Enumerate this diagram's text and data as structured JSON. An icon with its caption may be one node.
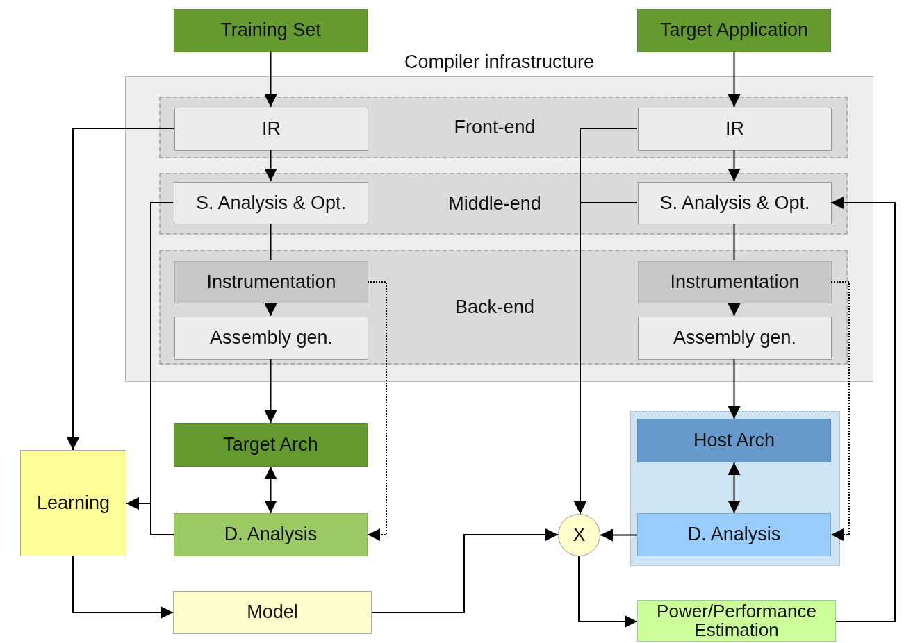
{
  "diagram": {
    "nodes": [
      {
        "text": [
          "Training Set"
        ]
      },
      {
        "text": [
          "Target Application"
        ]
      },
      {
        "text": [
          "Compiler infrastructure"
        ]
      },
      {
        "text": [
          "Front-end"
        ],
        "in": 2
      },
      {
        "text": [
          "IR"
        ],
        "in": 3
      },
      {
        "text": [
          "IR"
        ],
        "in": 3
      },
      {
        "text": [
          "Middle-end"
        ],
        "in": 2
      },
      {
        "text": [
          "S. Analysis & Opt."
        ],
        "in": 6
      },
      {
        "text": [
          "S. Analysis & Opt."
        ],
        "in": 6
      },
      {
        "text": [
          "Back-end"
        ],
        "in": 2
      },
      {
        "text": [
          "Instrumentation"
        ],
        "in": 9
      },
      {
        "text": [
          "Assembly gen."
        ],
        "in": 9
      },
      {
        "text": [
          "Instrumentation"
        ],
        "in": 9
      },
      {
        "text": [
          "Assembly gen."
        ],
        "in": 9
      },
      {
        "text": [
          "Target Arch"
        ]
      },
      {
        "text": [
          "D. Analysis"
        ]
      },
      {
        "text": [],
        "shape": "box"
      },
      {
        "text": [
          "Host Arch"
        ],
        "in": 16
      },
      {
        "text": [
          "D. Analysis"
        ],
        "in": 16
      },
      {
        "text": [
          "Learning"
        ]
      },
      {
        "text": [
          "Model"
        ]
      },
      {
        "text": [
          "X"
        ]
      },
      {
        "text": [
          "Power/Performance Estimation"
        ]
      }
    ],
    "edges": [
      {
        "from": 0,
        "to": 4,
        "arrow": "to"
      },
      {
        "from": 1,
        "to": 5,
        "arrow": "to"
      },
      {
        "from": 4,
        "to": 7,
        "arrow": "to"
      },
      {
        "from": 5,
        "to": 8,
        "arrow": "to"
      },
      {
        "from": 7,
        "to": 10,
        "arrow": "none"
      },
      {
        "from": 8,
        "to": 12,
        "arrow": "none"
      },
      {
        "from": 10,
        "to": 11,
        "arrow": "to"
      },
      {
        "from": 12,
        "to": 13,
        "arrow": "to"
      },
      {
        "from": 11,
        "to": 14,
        "arrow": "to"
      },
      {
        "from": 13,
        "to": 17,
        "arrow": "to"
      },
      {
        "from": 14,
        "to": 15,
        "arrow": "both"
      },
      {
        "from": 17,
        "to": 18,
        "arrow": "both"
      },
      {
        "from": 10,
        "to": 15,
        "arrow": "to",
        "style": "dashed"
      },
      {
        "from": 12,
        "to": 18,
        "arrow": "to",
        "style": "dashed"
      },
      {
        "from": 4,
        "to": 19,
        "arrow": "to"
      },
      {
        "from": 7,
        "to": 19,
        "arrow": "to"
      },
      {
        "from": 15,
        "to": 19,
        "arrow": "to"
      },
      {
        "from": 5,
        "to": 21,
        "arrow": "to"
      },
      {
        "from": 8,
        "to": 21,
        "arrow": "to"
      },
      {
        "from": 18,
        "to": 21,
        "arrow": "to"
      },
      {
        "from": 20,
        "to": 21,
        "arrow": "to"
      },
      {
        "from": 19,
        "to": 20,
        "arrow": "to"
      },
      {
        "from": 21,
        "to": 22,
        "arrow": "to"
      },
      {
        "from": 22,
        "to": 8,
        "arrow": "to"
      }
    ]
  }
}
